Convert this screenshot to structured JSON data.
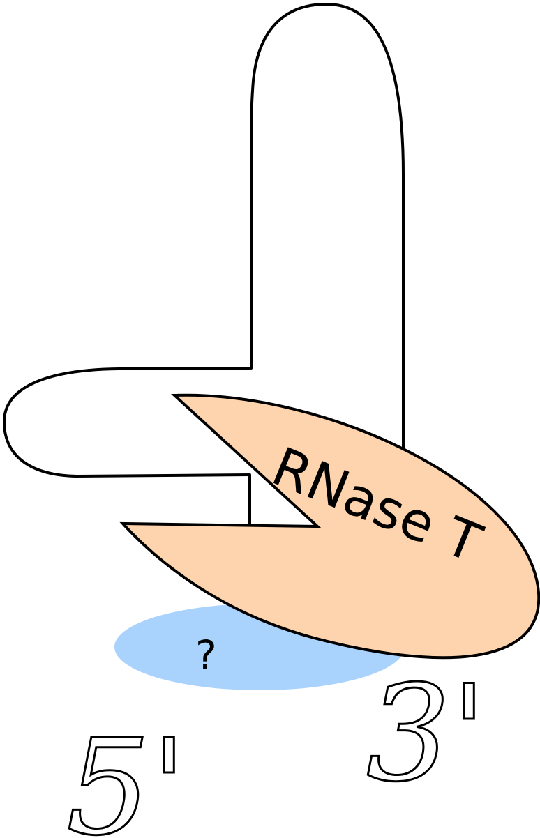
{
  "enzyme": {
    "label": "RNase T",
    "fill_color": "#fdd4ad"
  },
  "binding_site": {
    "label": "?",
    "fill_color": "#a9d2fd"
  },
  "ends": {
    "five_prime": "5'",
    "three_prime": "3'"
  },
  "strand_color": "#000000"
}
